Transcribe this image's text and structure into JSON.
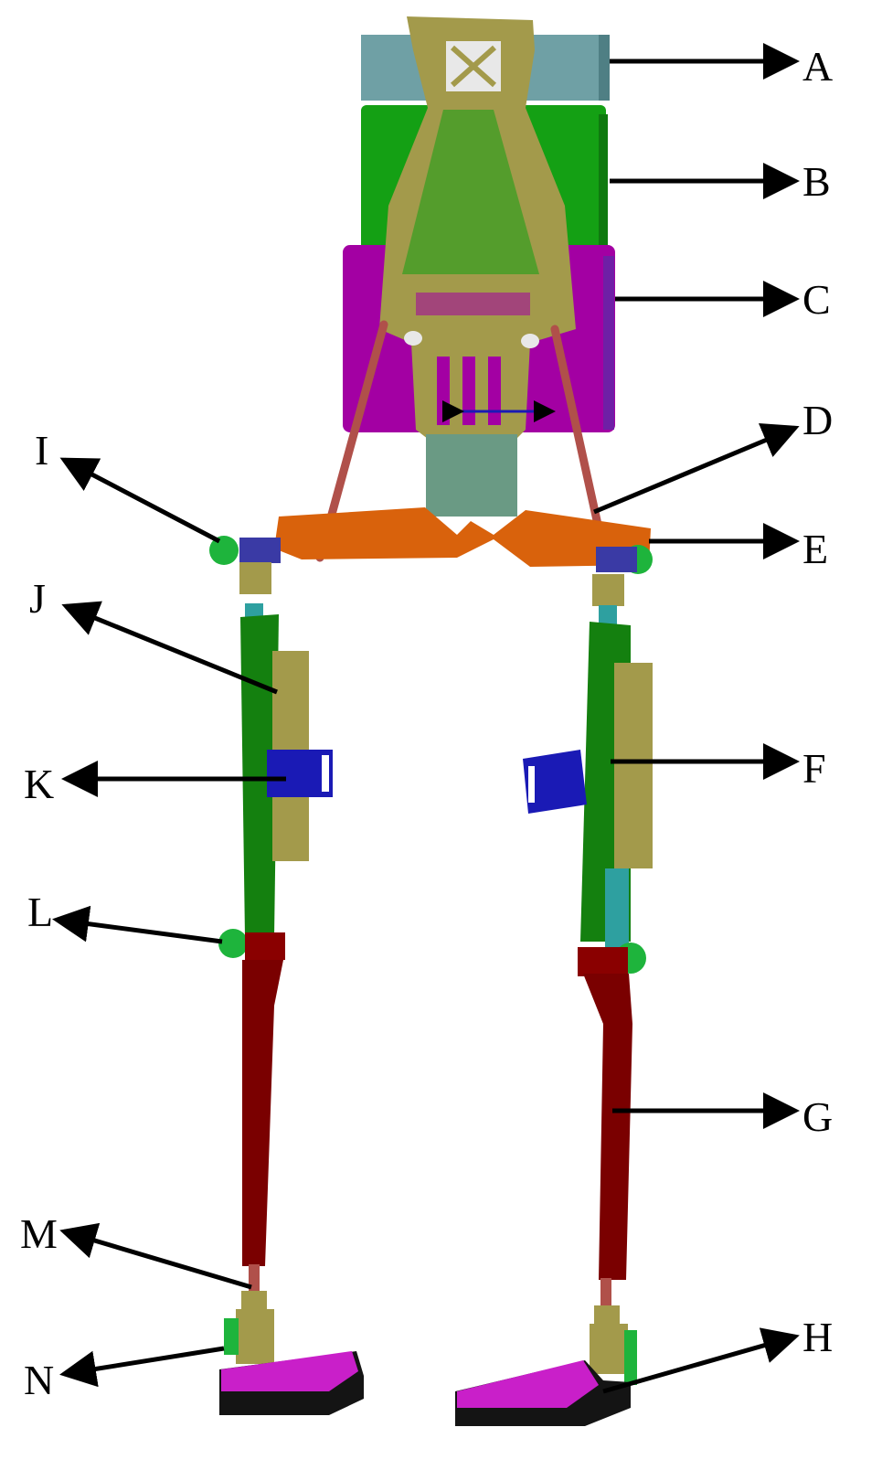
{
  "labels": {
    "A": "A",
    "B": "B",
    "C": "C",
    "D": "D",
    "E": "E",
    "F": "F",
    "G": "G",
    "H": "H",
    "I": "I",
    "J": "J",
    "K": "K",
    "L": "L",
    "M": "M",
    "N": "N"
  },
  "colors": {
    "top_box": "#6fa0a5",
    "battery": "#14a014",
    "controller": "#a300a3",
    "frame": "#a39a4b",
    "hip_bar": "#d9620c",
    "thigh": "#14800f",
    "shank": "#7a0000",
    "strap": "#1a1ab5",
    "joint": "#1eb43c",
    "foot_pad": "#c91fc9",
    "foot_base": "#141414",
    "spring": "#b0504a",
    "arrow": "#000000"
  }
}
